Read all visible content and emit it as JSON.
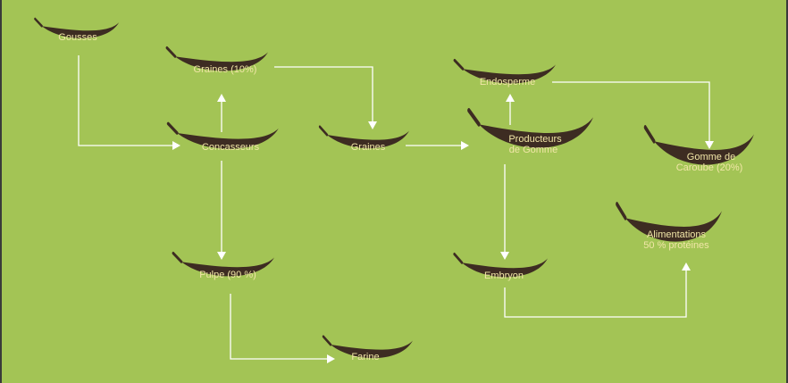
{
  "colors": {
    "background": "#a3c455",
    "leaf": "#3d2c22",
    "label": "#f1e6a7",
    "connector": "#ffffff"
  },
  "nodes": {
    "gousses": "Gousses",
    "graines_10": "Graines (10%)",
    "concasseurs": "Concasseurs",
    "pulpe": "Pulpe (90 %)",
    "farine": "Farine",
    "graines": "Graines",
    "endosperme": "Endosperme",
    "producteurs": [
      "Producteurs",
      "de Gomme"
    ],
    "gomme": [
      "Gomme de",
      "Caroube (20%)"
    ],
    "embryon": "Embryon",
    "alimentations": [
      "Alimentations",
      "50 % protéines"
    ]
  }
}
